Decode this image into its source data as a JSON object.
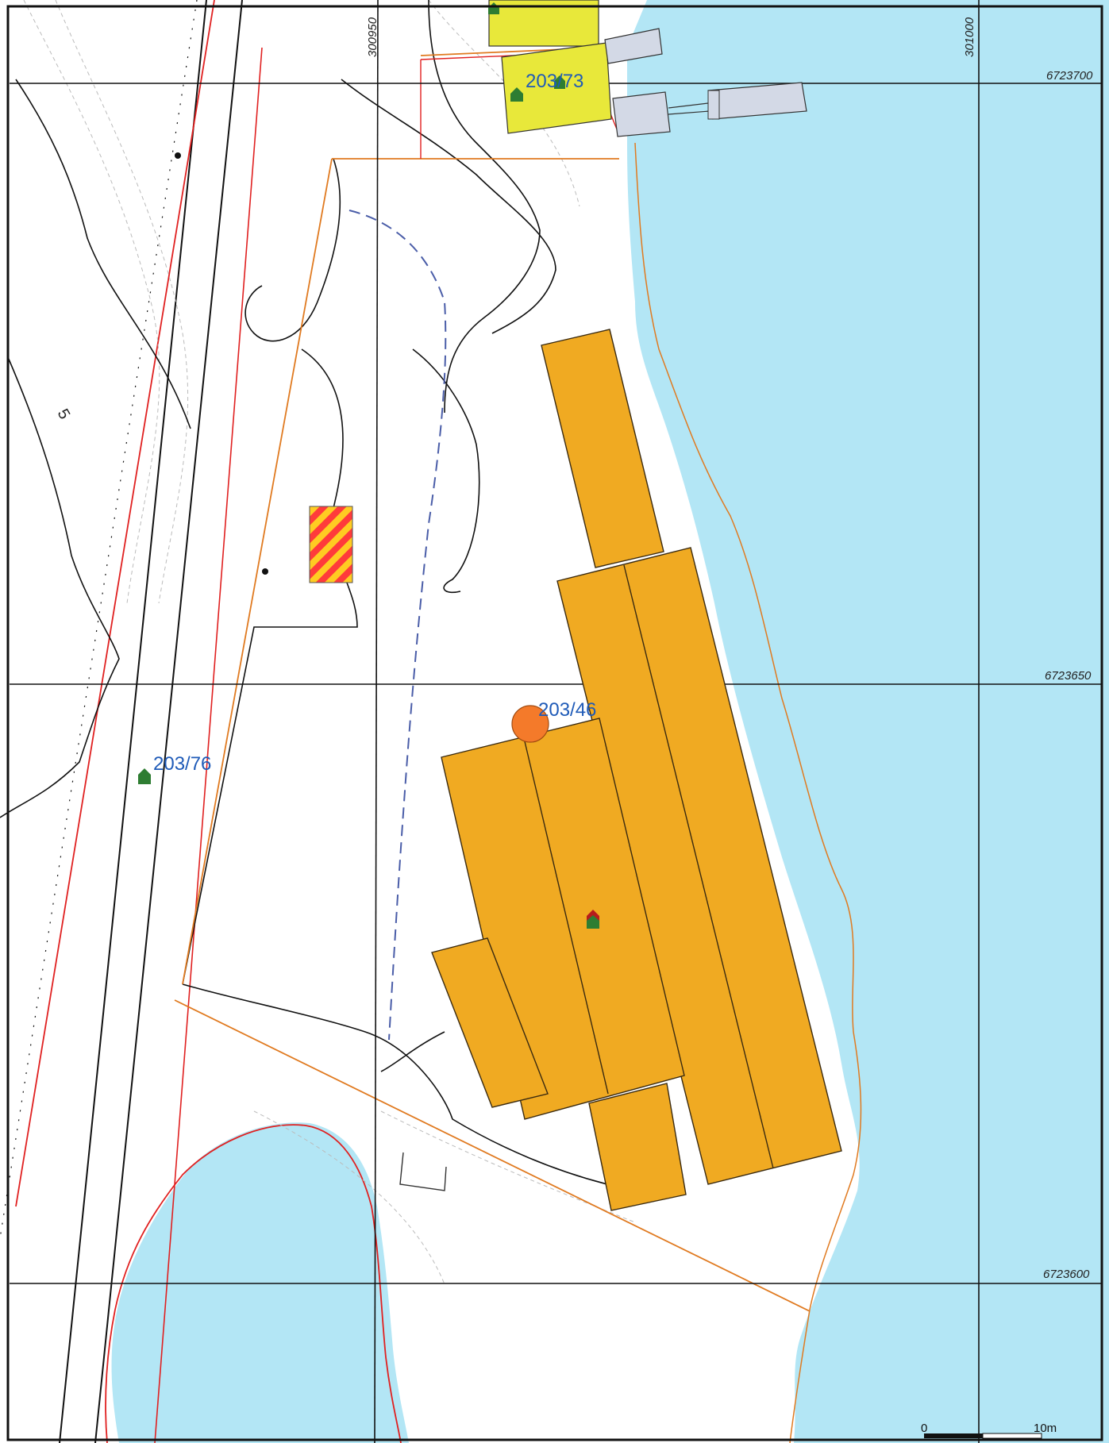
{
  "map": {
    "colors": {
      "water": "#b3e6f5",
      "building_main": "#f0aa22",
      "building_small": "#e8e83a",
      "shed": "#d3d9e6",
      "property_line": "#e07a20",
      "boundary_red": "#e02020",
      "grid": "#111111",
      "parcel_label": "#1f5bb8",
      "hazard_stripe_a": "#ff3b3b",
      "hazard_stripe_b": "#ffcc22",
      "marker_green": "#2e7d32",
      "marker_red": "#b71c1c",
      "circle_marker": "#f47a2a"
    },
    "grid_labels": {
      "easting_1": "300950",
      "easting_2": "301000",
      "northing_1": "6723700",
      "northing_2": "6723650",
      "northing_3": "6723600"
    },
    "parcels": {
      "p1": "203/73",
      "p2": "203/46",
      "p3": "203/76"
    },
    "contour_label": "5",
    "scale_bar": {
      "start": "0",
      "end": "10m"
    }
  }
}
